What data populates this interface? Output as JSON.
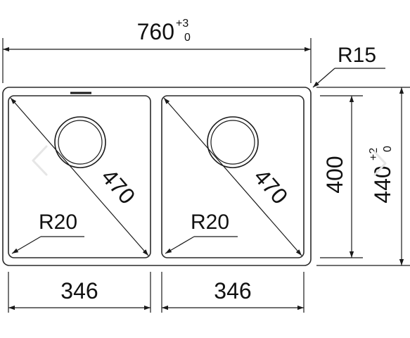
{
  "dimensions": {
    "overall_width": {
      "value": "760",
      "tol_upper": "+3",
      "tol_lower": "0"
    },
    "overall_depth": {
      "value": "440",
      "tol_upper": "+2",
      "tol_lower": "0"
    },
    "bowl_depth": "400",
    "bowl_width_left": "346",
    "bowl_width_right": "346",
    "diagonal_left": "470",
    "diagonal_right": "470",
    "radius_outer": "R15",
    "radius_bowl_left": "R20",
    "radius_bowl_right": "R20"
  },
  "colors": {
    "line": "#1a1a1a",
    "faint_arrow": "#e6e6e6"
  },
  "icons": {
    "prev": "chevron-left-icon",
    "next": "chevron-right-icon"
  }
}
